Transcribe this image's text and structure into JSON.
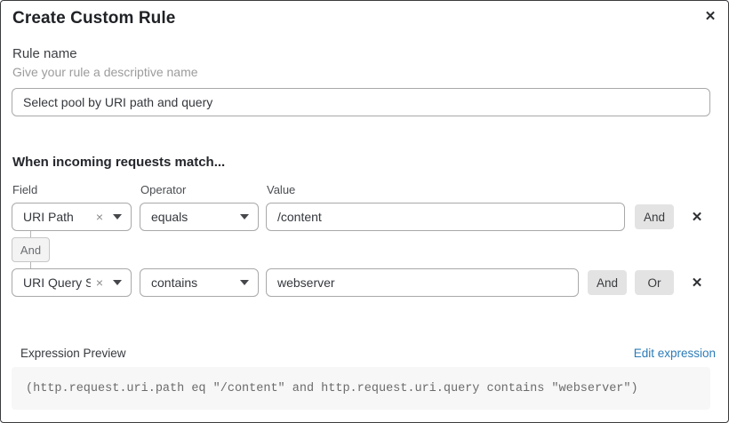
{
  "dialog": {
    "title": "Create Custom Rule",
    "close_icon": "✕"
  },
  "rule_name": {
    "label": "Rule name",
    "help": "Give your rule a descriptive name",
    "value": "Select pool by URI path and query"
  },
  "match": {
    "heading": "When incoming requests match...",
    "columns": {
      "field": "Field",
      "operator": "Operator",
      "value": "Value"
    },
    "connector": "And",
    "remove_icon": "×",
    "delete_icon": "✕",
    "rows": [
      {
        "field": "URI Path",
        "operator": "equals",
        "value": "/content",
        "and_label": "And"
      },
      {
        "field": "URI Query St...",
        "operator": "contains",
        "value": "webserver",
        "and_label": "And",
        "or_label": "Or"
      }
    ]
  },
  "expression": {
    "label": "Expression Preview",
    "edit_link": "Edit expression",
    "code": "(http.request.uri.path eq \"/content\" and http.request.uri.query contains \"webserver\")"
  },
  "colors": {
    "link": "#2c7bb8",
    "button_bg": "#e3e3e3",
    "code_bg": "#f7f7f7",
    "input_border": "#a9a9a9"
  }
}
